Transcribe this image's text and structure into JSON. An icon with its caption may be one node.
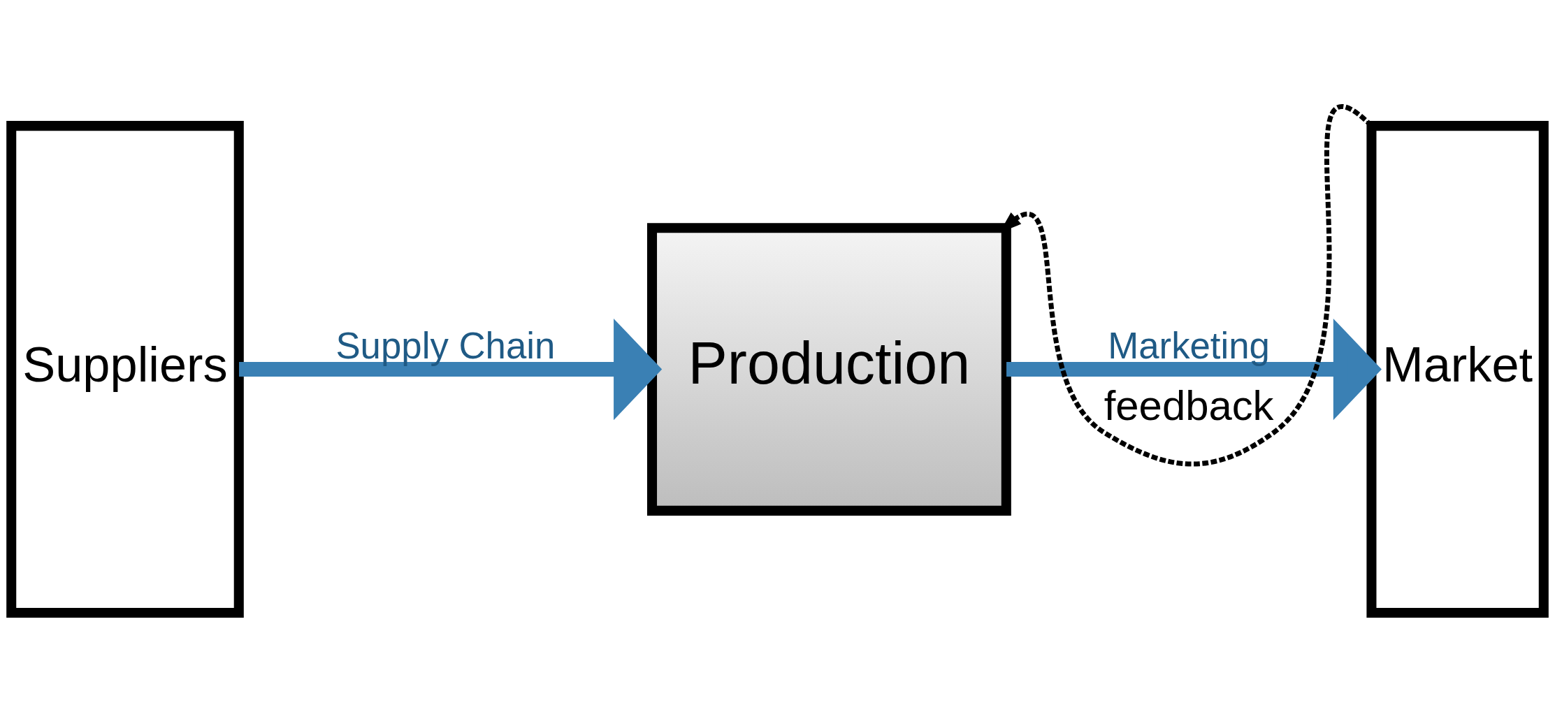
{
  "diagram": {
    "nodes": [
      {
        "text": [
          "Suppliers"
        ]
      },
      {
        "text": [
          "Production"
        ]
      },
      {
        "text": [
          "Market"
        ]
      }
    ],
    "edges": [
      {
        "from": 0,
        "to": 1,
        "arrow": "to",
        "label": "Supply Chain"
      },
      {
        "from": 1,
        "to": 2,
        "arrow": "to",
        "label": "Marketing"
      },
      {
        "from": 2,
        "to": 1,
        "arrow": "to",
        "label": "feedback",
        "style": "dashed",
        "color": "#000000"
      }
    ]
  }
}
